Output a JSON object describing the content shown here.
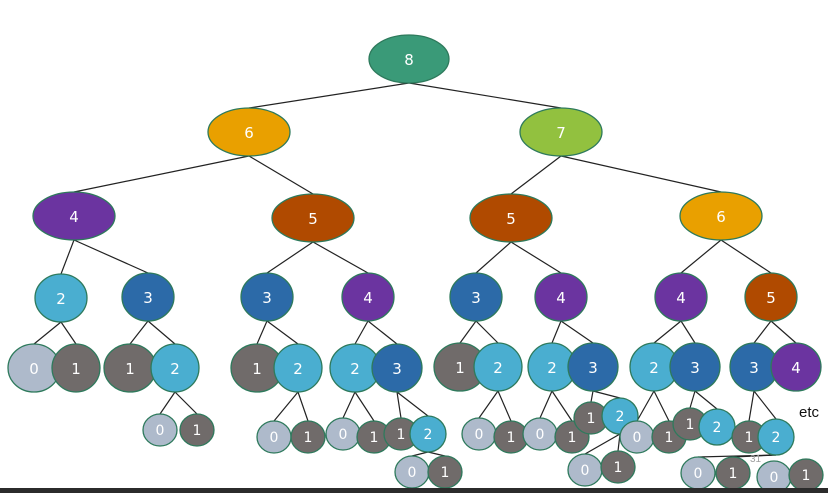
{
  "title": "Fibonacci recursion call tree",
  "colors": {
    "n8": "#3a9a78",
    "n7": "#92c13f",
    "n6": "#e9a000",
    "n5": "#b04a00",
    "n4": "#6b34a0",
    "n3": "#2c6aa8",
    "n2": "#4aaed0",
    "n1": "#706b6a",
    "n0": "#aebacb",
    "stroke": "#2e7a5c"
  },
  "nodes": [
    {
      "id": "a",
      "label": "8",
      "parent": null
    },
    {
      "id": "b",
      "label": "6",
      "parent": "a"
    },
    {
      "id": "c",
      "label": "7",
      "parent": "a"
    },
    {
      "id": "d",
      "label": "4",
      "parent": "b"
    },
    {
      "id": "e",
      "label": "5",
      "parent": "b"
    },
    {
      "id": "f",
      "label": "5",
      "parent": "c"
    },
    {
      "id": "g",
      "label": "6",
      "parent": "c"
    },
    {
      "id": "h",
      "label": "2",
      "parent": "d"
    },
    {
      "id": "i",
      "label": "3",
      "parent": "d"
    },
    {
      "id": "j",
      "label": "3",
      "parent": "e"
    },
    {
      "id": "k",
      "label": "4",
      "parent": "e"
    },
    {
      "id": "l",
      "label": "3",
      "parent": "f"
    },
    {
      "id": "m",
      "label": "4",
      "parent": "f"
    },
    {
      "id": "n",
      "label": "4",
      "parent": "g"
    },
    {
      "id": "o",
      "label": "5",
      "parent": "g"
    },
    {
      "id": "h0",
      "label": "0",
      "parent": "h"
    },
    {
      "id": "h1",
      "label": "1",
      "parent": "h"
    },
    {
      "id": "i1",
      "label": "1",
      "parent": "i"
    },
    {
      "id": "i2",
      "label": "2",
      "parent": "i"
    },
    {
      "id": "i20",
      "label": "0",
      "parent": "i2"
    },
    {
      "id": "i21",
      "label": "1",
      "parent": "i2"
    },
    {
      "id": "j1",
      "label": "1",
      "parent": "j"
    },
    {
      "id": "j2",
      "label": "2",
      "parent": "j"
    },
    {
      "id": "j20",
      "label": "0",
      "parent": "j2"
    },
    {
      "id": "j21",
      "label": "1",
      "parent": "j2"
    },
    {
      "id": "k2",
      "label": "2",
      "parent": "k"
    },
    {
      "id": "k3",
      "label": "3",
      "parent": "k"
    },
    {
      "id": "k20",
      "label": "0",
      "parent": "k2"
    },
    {
      "id": "k21",
      "label": "1",
      "parent": "k2"
    },
    {
      "id": "k31",
      "label": "1",
      "parent": "k3"
    },
    {
      "id": "k32",
      "label": "2",
      "parent": "k3"
    },
    {
      "id": "k320",
      "label": "0",
      "parent": "k32"
    },
    {
      "id": "k321",
      "label": "1",
      "parent": "k32"
    },
    {
      "id": "l1",
      "label": "1",
      "parent": "l"
    },
    {
      "id": "l2",
      "label": "2",
      "parent": "l"
    },
    {
      "id": "l20",
      "label": "0",
      "parent": "l2"
    },
    {
      "id": "l21",
      "label": "1",
      "parent": "l2"
    },
    {
      "id": "m2",
      "label": "2",
      "parent": "m"
    },
    {
      "id": "m3",
      "label": "3",
      "parent": "m"
    },
    {
      "id": "m20",
      "label": "0",
      "parent": "m2"
    },
    {
      "id": "m21",
      "label": "1",
      "parent": "m2"
    },
    {
      "id": "m31",
      "label": "1",
      "parent": "m3"
    },
    {
      "id": "m32",
      "label": "2",
      "parent": "m3"
    },
    {
      "id": "m320",
      "label": "0",
      "parent": "m32"
    },
    {
      "id": "m321",
      "label": "1",
      "parent": "m32"
    },
    {
      "id": "n2",
      "label": "2",
      "parent": "n"
    },
    {
      "id": "n3",
      "label": "3",
      "parent": "n"
    },
    {
      "id": "n20",
      "label": "0",
      "parent": "n2"
    },
    {
      "id": "n21",
      "label": "1",
      "parent": "n2"
    },
    {
      "id": "n31",
      "label": "1",
      "parent": "n3"
    },
    {
      "id": "n32",
      "label": "2",
      "parent": "n3"
    },
    {
      "id": "o3",
      "label": "3",
      "parent": "o"
    },
    {
      "id": "o4",
      "label": "4",
      "parent": "o"
    },
    {
      "id": "o31",
      "label": "1",
      "parent": "o3"
    },
    {
      "id": "o32",
      "label": "2",
      "parent": "o3"
    },
    {
      "id": "o320",
      "label": "0",
      "parent": "o32"
    },
    {
      "id": "o321",
      "label": "1",
      "parent": "o32"
    },
    {
      "id": "x0",
      "label": "0",
      "parent": null
    },
    {
      "id": "x1",
      "label": "1",
      "parent": null
    }
  ],
  "annotations": {
    "etc": "etc",
    "slide_number": "31"
  }
}
